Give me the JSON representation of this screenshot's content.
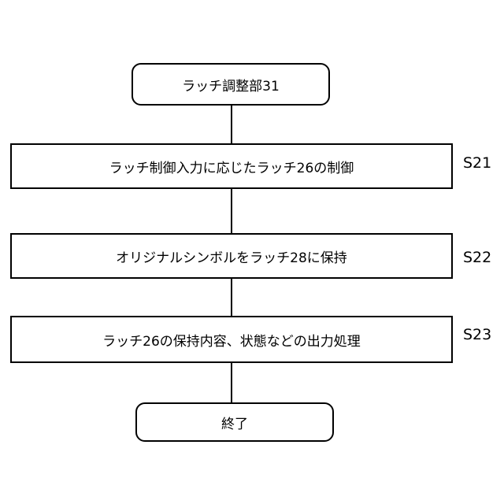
{
  "start": {
    "label": "ラッチ調整部31"
  },
  "steps": [
    {
      "id": "S21",
      "label": "ラッチ制御入力に応じたラッチ26の制御"
    },
    {
      "id": "S22",
      "label": "オリジナルシンボルをラッチ28に保持"
    },
    {
      "id": "S23",
      "label": "ラッチ26の保持内容、状態などの出力処理"
    }
  ],
  "end": {
    "label": "終了"
  }
}
